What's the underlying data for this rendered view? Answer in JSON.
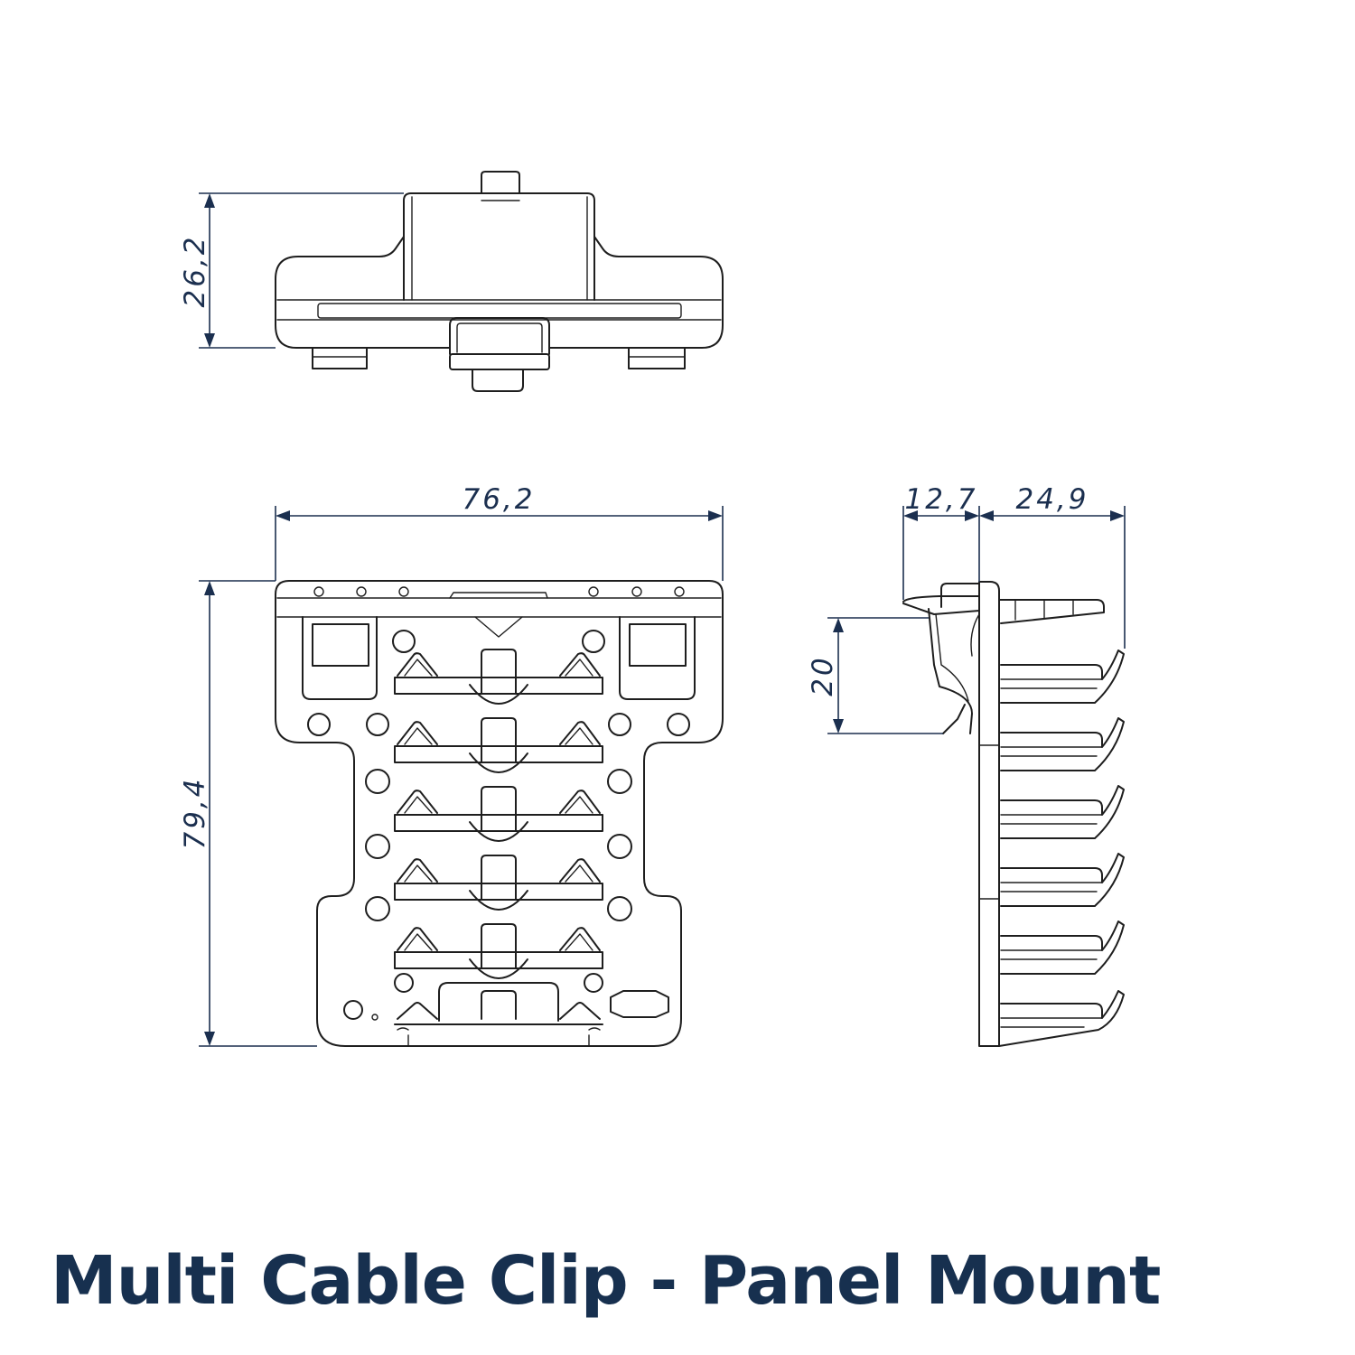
{
  "title": "Multi Cable Clip - Panel Mount",
  "dimensions": {
    "top_view_height": "26,2",
    "front_view_width": "76,2",
    "front_view_height": "79,4",
    "side_view_depth_front": "12,7",
    "side_view_depth_back": "24,9",
    "side_view_clip_height": "20"
  },
  "colors": {
    "text": "#17304f",
    "lines": "#1e1e1e",
    "dimension_lines": "#1b2f4f"
  }
}
